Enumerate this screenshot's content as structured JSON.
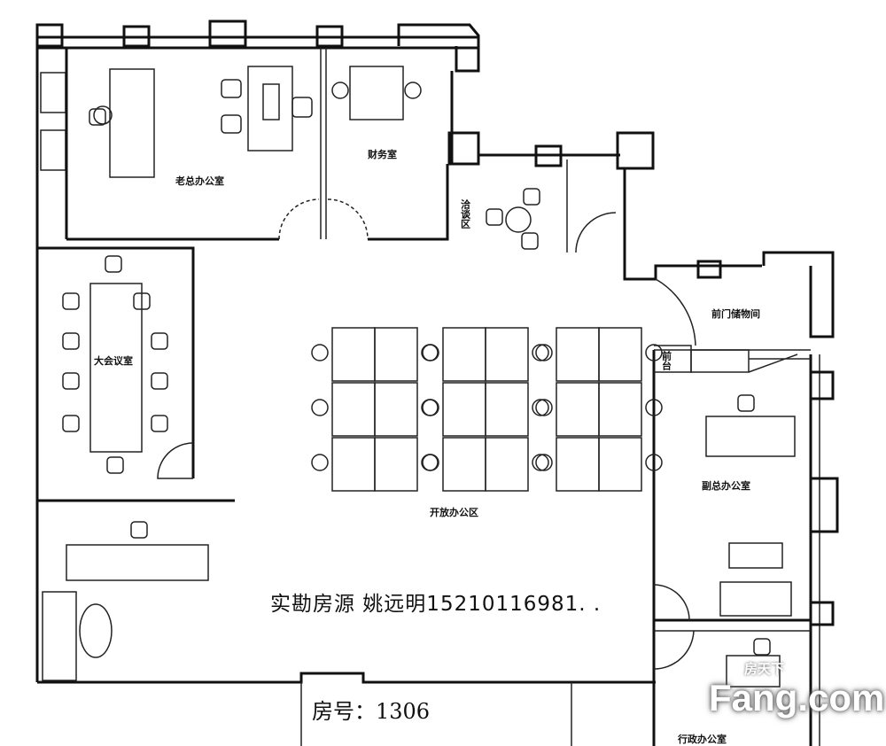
{
  "rooms": {
    "boss_office": "老总办公室",
    "finance": "财务室",
    "negotiation": "洽谈区",
    "meeting_room": "大会议室",
    "open_office": "开放办公区",
    "storage": "前门储物间",
    "reception": "前台",
    "vp_office": "副总办公室",
    "admin_office": "行政办公室"
  },
  "watermark_text": "实勘房源 姚远明15210116981. .",
  "room_number": "房号：1306",
  "logo": {
    "cn": "房天下",
    "en": "Fang.com"
  }
}
